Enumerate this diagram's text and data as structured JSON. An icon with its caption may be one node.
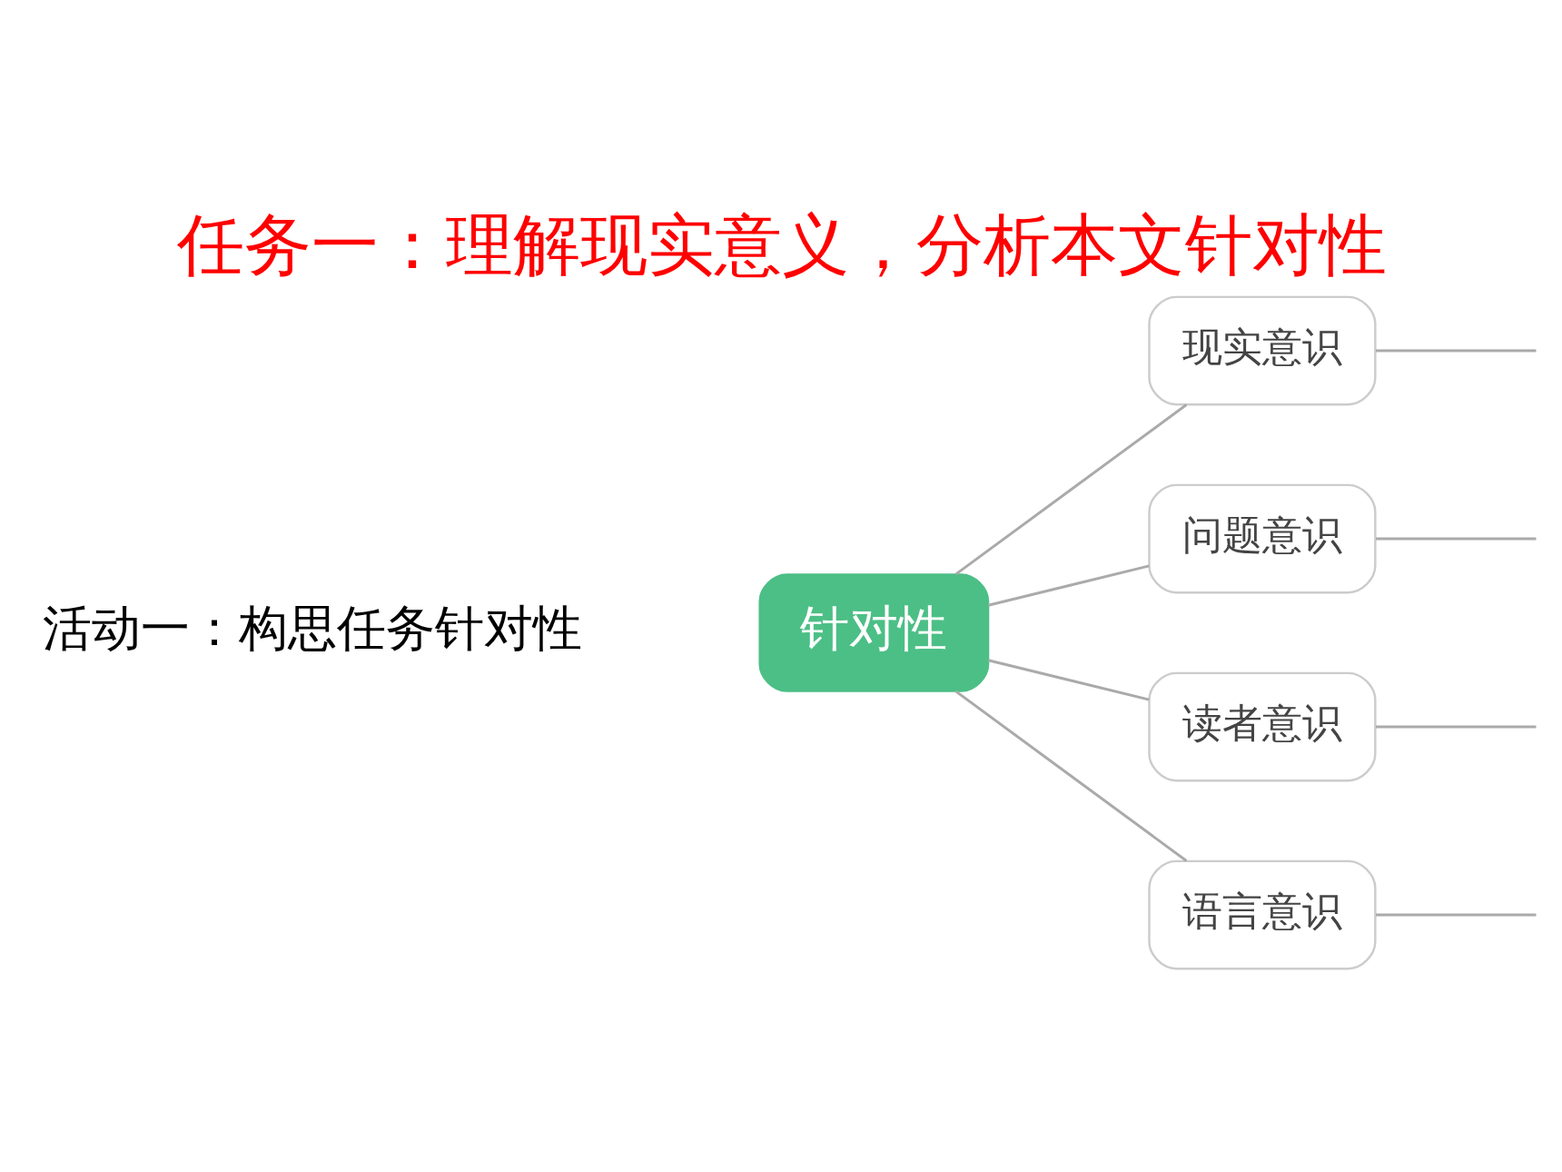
{
  "diagram": {
    "title": "任务一：理解现实意义，分析本文针对性",
    "nodes": [
      {
        "text": [
          "针对性"
        ]
      },
      {
        "text": [
          "现实意识"
        ]
      },
      {
        "text": [
          "问题意识"
        ]
      },
      {
        "text": [
          "读者意识"
        ]
      },
      {
        "text": [
          "语言意识"
        ]
      }
    ],
    "edges": [
      {
        "from": 0,
        "to": 1,
        "arrow": "none"
      },
      {
        "from": 0,
        "to": 2,
        "arrow": "none"
      },
      {
        "from": 0,
        "to": 3,
        "arrow": "none"
      },
      {
        "from": 0,
        "to": 4,
        "arrow": "none"
      },
      {
        "from": 1,
        "to": null,
        "arrow": "none"
      },
      {
        "from": 2,
        "to": null,
        "arrow": "none"
      },
      {
        "from": 3,
        "to": null,
        "arrow": "none"
      },
      {
        "from": 4,
        "to": null,
        "arrow": "none"
      }
    ],
    "labels": [
      "活动一：构思任务针对性"
    ]
  }
}
